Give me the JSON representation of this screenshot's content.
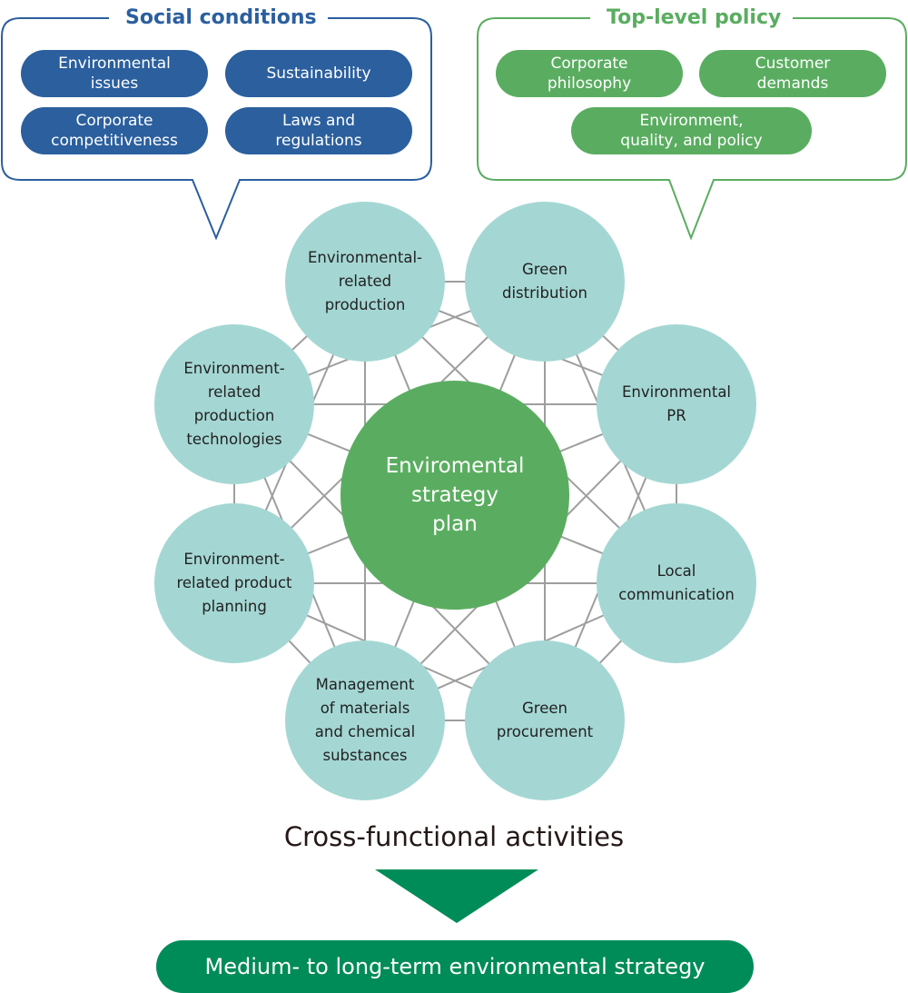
{
  "colors": {
    "social_blue": "#2b5f9e",
    "policy_green": "#5aad60",
    "node_teal": "#a4d7d3",
    "center_green": "#5aad60",
    "result_green": "#008c58",
    "connector_gray": "#9e9e9e"
  },
  "social_conditions": {
    "title": "Social conditions",
    "items": [
      "Environmental\nissues",
      "Sustainability",
      "Corporate\ncompetitiveness",
      "Laws and\nregulations"
    ]
  },
  "top_level_policy": {
    "title": "Top-level policy",
    "items": [
      "Corporate\nphilosophy",
      "Customer\ndemands",
      "Environment,\nquality, and policy"
    ]
  },
  "center": {
    "label": "Enviromental\nstrategy\nplan"
  },
  "activities": [
    "Environmental-\nrelated\nproduction",
    "Green\ndistribution",
    "Environmental\nPR",
    "Local\ncommunication",
    "Green\nprocurement",
    "Management\nof materials\nand chemical\nsubstances",
    "Environment-\nrelated product\nplanning",
    "Environment-\nrelated\nproduction\ntechnologies"
  ],
  "cross_functional_label": "Cross-functional activities",
  "result_label": "Medium- to long-term environmental strategy"
}
